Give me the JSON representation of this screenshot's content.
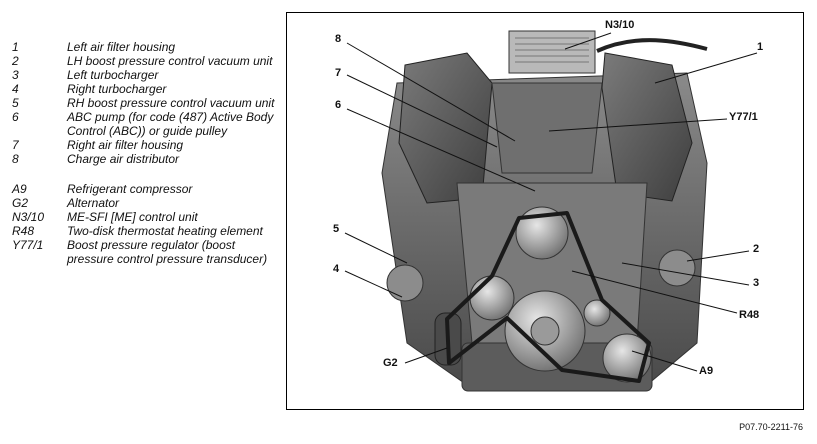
{
  "legend": [
    {
      "key": "1",
      "text": "Left air filter housing"
    },
    {
      "key": "2",
      "text": "LH boost pressure control vacuum unit"
    },
    {
      "key": "3",
      "text": "Left turbocharger"
    },
    {
      "key": "4",
      "text": "Right turbocharger"
    },
    {
      "key": "5",
      "text": "RH boost pressure control vacuum unit"
    },
    {
      "key": "6",
      "text": "ABC pump (for code (487) Active Body Control (ABC)) or guide pulley"
    },
    {
      "key": "7",
      "text": "Right air filter housing"
    },
    {
      "key": "8",
      "text": "Charge air distributor"
    },
    {
      "key": "A9",
      "text": "Refrigerant compressor"
    },
    {
      "key": "G2",
      "text": "Alternator"
    },
    {
      "key": "N3/10",
      "text": "ME-SFI [ME] control unit"
    },
    {
      "key": "R48",
      "text": "Two-disk thermostat heating element"
    },
    {
      "key": "Y77/1",
      "text": "Boost pressure regulator (boost pressure control pressure transducer)"
    }
  ],
  "callouts": {
    "n3_10": "N3/10",
    "c1": "1",
    "c8": "8",
    "c7": "7",
    "y77_1": "Y77/1",
    "c6": "6",
    "c5": "5",
    "c2": "2",
    "c4": "4",
    "c3": "3",
    "r48": "R48",
    "g2": "G2",
    "a9": "A9"
  },
  "figure_ref": "P07.70-2211-76"
}
